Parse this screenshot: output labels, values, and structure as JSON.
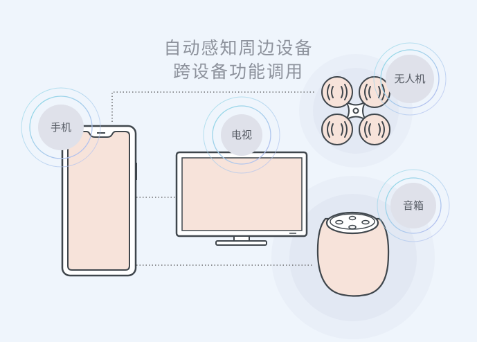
{
  "headline": {
    "line1": "自动感知周边设备",
    "line2": "跨设备功能调用"
  },
  "devices": {
    "phone": {
      "label": "手机"
    },
    "tv": {
      "label": "电视"
    },
    "drone": {
      "label": "无人机"
    },
    "speaker": {
      "label": "音箱"
    }
  },
  "colors": {
    "background": "#eff5fc",
    "screen": "#f7e3da",
    "outline": "#3f464c",
    "label_bubble": "#dfe1ea",
    "ring_cyan": "#8fdbe6",
    "ring_violet": "#b9bdf0"
  }
}
